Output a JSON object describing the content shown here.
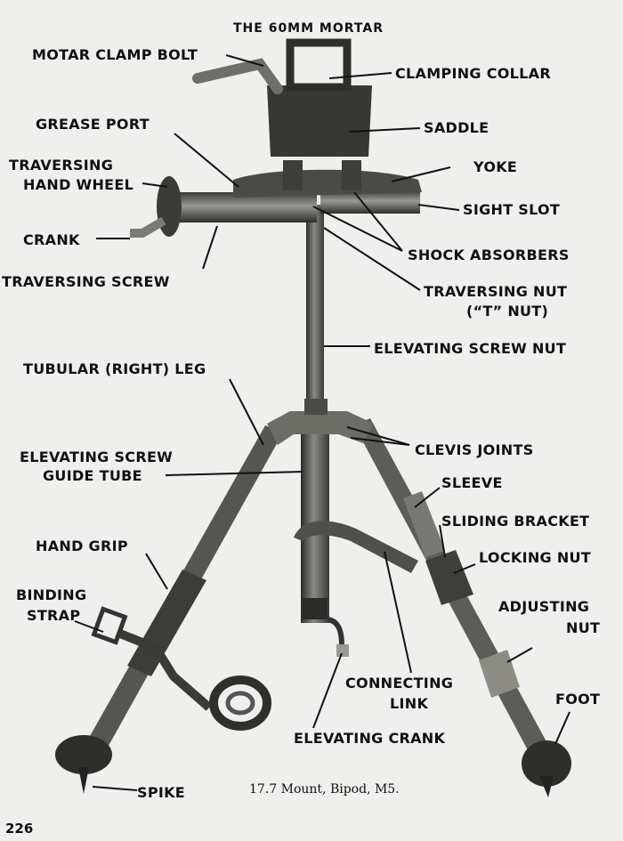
{
  "title": "THE 60MM MORTAR",
  "labels": {
    "motar_clamp_bolt": "MOTAR CLAMP BOLT",
    "clamping_collar": "CLAMPING COLLAR",
    "grease_port": "GREASE PORT",
    "saddle": "SADDLE",
    "traversing_hand_wheel_1": "TRAVERSING",
    "traversing_hand_wheel_2": "HAND WHEEL",
    "yoke": "YOKE",
    "sight_slot": "SIGHT SLOT",
    "crank": "CRANK",
    "shock_absorbers": "SHOCK ABSORBERS",
    "traversing_screw": "TRAVERSING SCREW",
    "traversing_nut_1": "TRAVERSING NUT",
    "traversing_nut_2": "(“T” NUT)",
    "elevating_screw_nut": "ELEVATING SCREW NUT",
    "tubular_right_leg": "TUBULAR (RIGHT) LEG",
    "clevis_joints": "CLEVIS JOINTS",
    "elevating_screw_guide_tube_1": "ELEVATING SCREW",
    "elevating_screw_guide_tube_2": "GUIDE TUBE",
    "sleeve": "SLEEVE",
    "sliding_bracket": "SLIDING BRACKET",
    "hand_grip": "HAND GRIP",
    "locking_nut": "LOCKING NUT",
    "binding_strap_1": "BINDING",
    "binding_strap_2": "STRAP",
    "adjusting_nut_1": "ADJUSTING",
    "adjusting_nut_2": "NUT",
    "connecting_link_1": "CONNECTING",
    "connecting_link_2": "LINK",
    "foot": "FOOT",
    "elevating_crank": "ELEVATING CRANK",
    "spike": "SPIKE"
  },
  "caption": "17.7  Mount, Bipod, M5.",
  "page_number": "226"
}
